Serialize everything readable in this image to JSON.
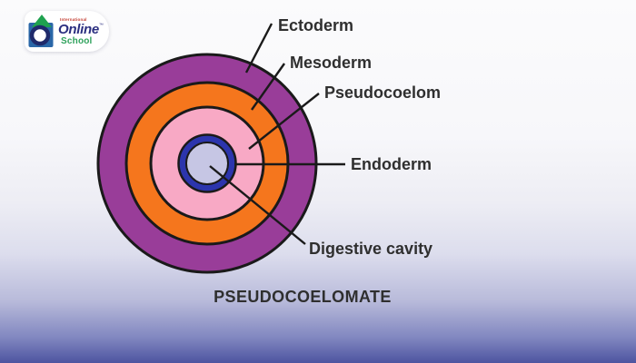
{
  "logo": {
    "top_text": "International",
    "name": "Online",
    "trademark": "™",
    "sub_name": "School",
    "colors": {
      "top_text": "#c23a2e",
      "name": "#2b2f80",
      "sub_name": "#2fa25c",
      "icon_square": "#2a67a8",
      "icon_triangle": "#1fa24f",
      "icon_ring": "#1f2a6b",
      "pill_background": "#ffffff"
    }
  },
  "diagram": {
    "title": "PSEUDOCOELOMATE",
    "labels": {
      "ectoderm": "Ectoderm",
      "mesoderm": "Mesoderm",
      "pseudocoelom": "Pseudocoelom",
      "endoderm": "Endoderm",
      "digestive_cavity": "Digestive cavity"
    },
    "colors": {
      "ectoderm": "#993d99",
      "mesoderm": "#f5761d",
      "pseudocoelom": "#f8a9c5",
      "endoderm": "#2c35ad",
      "digestive_cavity": "#c6c6e4",
      "outline": "#1a1a1a",
      "label_text": "#2f2f2f"
    }
  },
  "background": {
    "gradient_top": "#fbfbfc",
    "gradient_bottom": "#4d54a0"
  }
}
